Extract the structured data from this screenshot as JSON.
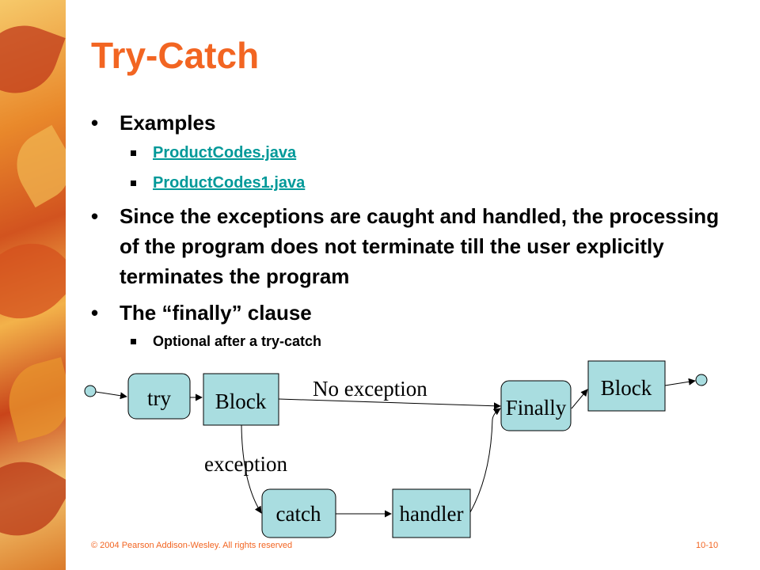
{
  "slide": {
    "title": "Try-Catch",
    "bullets": [
      {
        "text": "Examples",
        "sub": [
          "ProductCodes.java",
          "ProductCodes1.java"
        ]
      },
      {
        "text": "Since the exceptions are caught and handled, the processing of the program does not terminate till the user explicitly terminates the program"
      },
      {
        "text": "The “finally” clause",
        "sub": [
          "Optional after a try-catch"
        ]
      }
    ]
  },
  "diagram": {
    "nodes": {
      "try": "try",
      "block1": "Block",
      "catch": "catch",
      "handler": "handler",
      "finally": "Finally",
      "block2": "Block"
    },
    "labels": {
      "no_exception": "No exception",
      "exception": "exception"
    },
    "colors": {
      "box_fill": "#a9dde0"
    }
  },
  "footer": {
    "copyright": "© 2004 Pearson Addison-Wesley. All rights reserved",
    "page": "10-10"
  },
  "colors": {
    "title": "#f26522",
    "link": "#009999"
  }
}
